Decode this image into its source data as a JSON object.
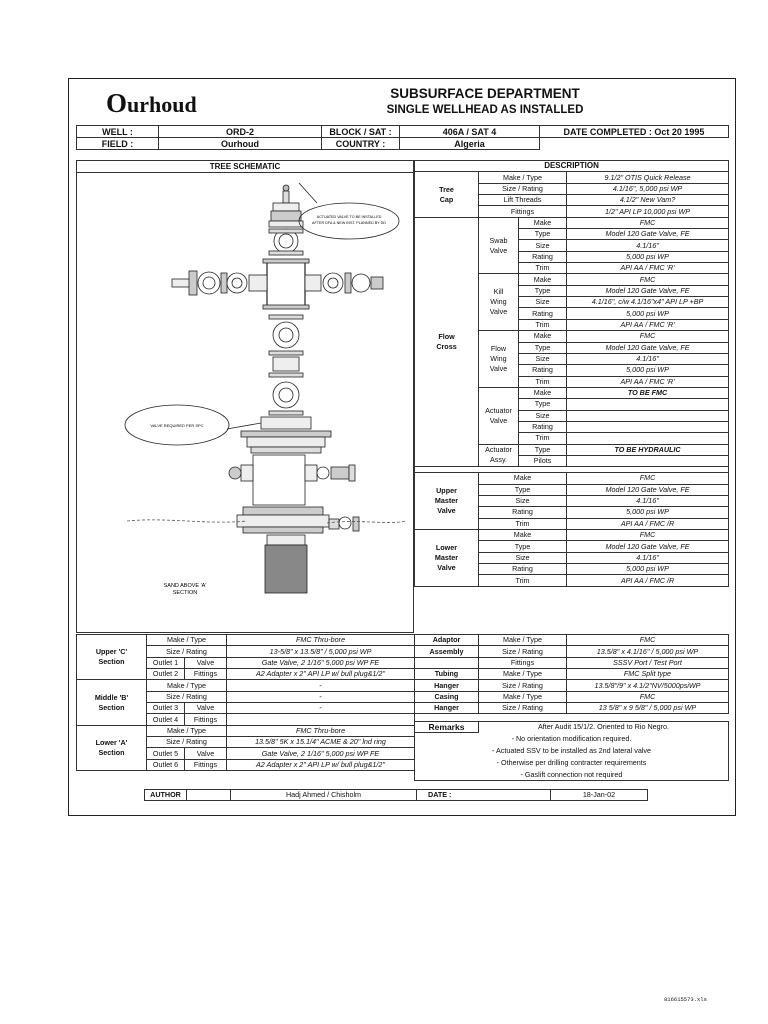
{
  "header": {
    "logo_initial": "O",
    "logo_rest": "urhoud",
    "department": "SUBSURFACE DEPARTMENT",
    "title": "SINGLE WELLHEAD AS INSTALLED"
  },
  "info": {
    "well_label": "WELL :",
    "well_value": "ORD-2",
    "block_label": "BLOCK / SAT :",
    "block_value": "406A / SAT 4",
    "date_label": "DATE COMPLETED :",
    "date_value": "Oct 20 1995",
    "field_label": "FIELD :",
    "field_value": "Ourhoud",
    "country_label": "COUNTRY :",
    "country_value": "Algeria"
  },
  "schematic": {
    "title": "TREE SCHEMATIC",
    "callout_top": [
      "ACTUATED VALVE TO BE INSTALLED",
      "AFTER DFA & NEW INST. PLANNED BY DD"
    ],
    "callout_mid": "VALVE REQUIRED PER SPC",
    "sand_note": [
      "SAND ABOVE 'A'",
      "SECTION"
    ]
  },
  "description": {
    "title": "DESCRIPTION",
    "tree_cap": {
      "labels": [
        "Tree",
        "Cap"
      ],
      "rows": [
        [
          "Make / Type",
          "9.1/2\" OTIS Quick Release"
        ],
        [
          "Size / Rating",
          "4.1/16\", 5,000 psi WP"
        ],
        [
          "Lift Threads",
          "4.1/2\" New Vam?"
        ],
        [
          "Fittings",
          "1/2\" API LP  10,000 psi WP"
        ]
      ]
    },
    "flow_cross": {
      "labels": [
        "Flow",
        "Cross"
      ]
    },
    "swab": {
      "labels": [
        "Swab",
        "Valve"
      ],
      "rows": [
        [
          "Make",
          "FMC"
        ],
        [
          "Type",
          "Model 120 Gate Valve, FE"
        ],
        [
          "Size",
          "4.1/16\""
        ],
        [
          "Rating",
          "5,000 psi WP"
        ],
        [
          "Trim",
          "API AA / FMC 'R'"
        ]
      ]
    },
    "kill": {
      "labels": [
        "Kill",
        "Wing",
        "Valve"
      ],
      "rows": [
        [
          "Make",
          "FMC"
        ],
        [
          "Type",
          "Model 120 Gate Valve, FE"
        ],
        [
          "Size",
          "4.1/16\", c/w 4.1/16\"x4\" API LP +BP"
        ],
        [
          "Rating",
          "5,000 psi WP"
        ],
        [
          "Trim",
          "API AA / FMC 'R'"
        ]
      ]
    },
    "flow": {
      "labels": [
        "Flow",
        "Wing",
        "Valve"
      ],
      "rows": [
        [
          "Make",
          "FMC"
        ],
        [
          "Type",
          "Model 120 Gate Valve, FE"
        ],
        [
          "Size",
          "4.1/16\""
        ],
        [
          "Rating",
          "5,000 psi WP"
        ],
        [
          "Trim",
          "API AA / FMC 'R'"
        ]
      ]
    },
    "actuator": {
      "labels": [
        "Actuator",
        "Valve"
      ],
      "rows": [
        [
          "Make",
          "TO BE FMC"
        ],
        [
          "Type",
          ""
        ],
        [
          "Size",
          ""
        ],
        [
          "Rating",
          ""
        ],
        [
          "Trim",
          ""
        ]
      ]
    },
    "actuator_assy": {
      "labels": [
        "Actuator",
        "Assy."
      ],
      "rows": [
        [
          "Type",
          "TO BE HYDRAULIC"
        ],
        [
          "Pilots",
          ""
        ]
      ]
    },
    "upper_master": {
      "labels": [
        "Upper",
        "Master",
        "Valve"
      ],
      "rows": [
        [
          "Make",
          "FMC"
        ],
        [
          "Type",
          "Model 120 Gate Valve, FE"
        ],
        [
          "Size",
          "4.1/16\""
        ],
        [
          "Rating",
          "5,000 psi WP"
        ],
        [
          "Trim",
          "API AA / FMC /R"
        ]
      ]
    },
    "lower_master": {
      "labels": [
        "Lower",
        "Master",
        "Valve"
      ],
      "rows": [
        [
          "Make",
          "FMC"
        ],
        [
          "Type",
          "Model 120 Gate Valve, FE"
        ],
        [
          "Size",
          "4.1/16\""
        ],
        [
          "Rating",
          "5,000 psi WP"
        ],
        [
          "Trim",
          "API AA / FMC /R"
        ]
      ]
    }
  },
  "sections": {
    "upper_c": {
      "labels": [
        "Upper 'C'",
        "Section"
      ],
      "rows": [
        [
          "Make / Type",
          "FMC  Thru-bore"
        ],
        [
          "Size / Rating",
          "13-5/8\" x 13.5/8\" /  5,000 psi WP"
        ],
        [
          "Outlet 1",
          "Valve",
          "Gate Valve, 2 1/16\"  5,000 psi WP FE"
        ],
        [
          "Outlet 2",
          "Fittings",
          "A2 Adapter x 2\" API LP w/ bull plug&1/2\""
        ]
      ]
    },
    "middle_b": {
      "labels": [
        "Middle 'B'",
        "Section"
      ],
      "rows": [
        [
          "Make / Type",
          "-"
        ],
        [
          "Size / Rating",
          "-"
        ],
        [
          "Outlet 3",
          "Valve",
          "-"
        ],
        [
          "Outlet 4",
          "Fittings",
          ""
        ]
      ]
    },
    "lower_a": {
      "labels": [
        "Lower 'A'",
        "Section"
      ],
      "rows": [
        [
          "Make / Type",
          "FMC Thru-bore"
        ],
        [
          "Size / Rating",
          "13.5/8\" 5K x 15.1/4\" ACME & 20\" lnd ring"
        ],
        [
          "Outlet 5",
          "Valve",
          "Gate Valve, 2 1/16\"  5,000 psi WP FE"
        ],
        [
          "Outlet 6",
          "Fittings",
          "A2 Adapter x 2\" API LP w/ bull plug&1/2\""
        ]
      ]
    }
  },
  "right_bottom": {
    "rows": [
      [
        "Adaptor",
        "Make / Type",
        "FMC"
      ],
      [
        "Assembly",
        "Size / Rating",
        "13.5/8\" x 4.1/16\" / 5,000 psi WP"
      ],
      [
        "",
        "Fittings",
        "SSSV Port  / Test Port"
      ],
      [
        "Tubing",
        "Make / Type",
        "FMC Split type"
      ],
      [
        "Hanger",
        "Size / Rating",
        "13.5/8\"/9\" x 4.1/2\"NV/5000psiWP"
      ],
      [
        "Casing",
        "Make / Type",
        "FMC"
      ],
      [
        "Hanger",
        "Size / Rating",
        "13 5/8\" x 9 5/8\" / 5,000 psi WP"
      ]
    ]
  },
  "remarks": {
    "label": "Remarks",
    "first": "After Audit 15/1/2.  Oriented to Rio Negro.",
    "lines": [
      "- No orientation modification required.",
      "- Actuated SSV to be installed as 2nd lateral valve",
      "- Otherwise per drilling contracter requirements",
      "- Gaslift connection not required"
    ]
  },
  "footer": {
    "author_label": "AUTHOR",
    "author_value": "Hadj Ahmed / Chisholm",
    "date_label": "DATE :",
    "date_value": "18-Jan-02",
    "file_code": "816615573.xls"
  }
}
